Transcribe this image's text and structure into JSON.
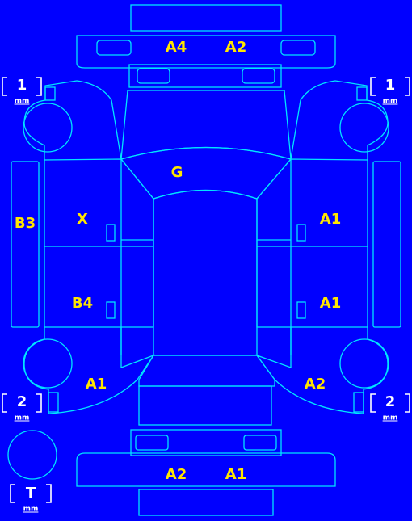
{
  "colors": {
    "background": "#0000ff",
    "outline": "#00e5ff",
    "damage_code": "#ffe600",
    "tire_info": "#ffffff"
  },
  "damage_codes": {
    "front_bumper_left": "A4",
    "front_bumper_right": "A2",
    "windshield": "G",
    "left_side_panel": "B3",
    "left_front_door": "X",
    "left_rear_door": "B4",
    "left_rear_quarter": "A1",
    "right_front_door": "A1",
    "right_rear_door": "A1",
    "right_rear_quarter": "A2",
    "rear_bumper_left": "A2",
    "rear_bumper_right": "A1"
  },
  "tires": {
    "front_left": {
      "value": "1",
      "unit": "mm"
    },
    "front_right": {
      "value": "1",
      "unit": "mm"
    },
    "rear_left": {
      "value": "2",
      "unit": "mm"
    },
    "rear_right": {
      "value": "2",
      "unit": "mm"
    },
    "spare": {
      "value": "T",
      "unit": "mm"
    }
  }
}
